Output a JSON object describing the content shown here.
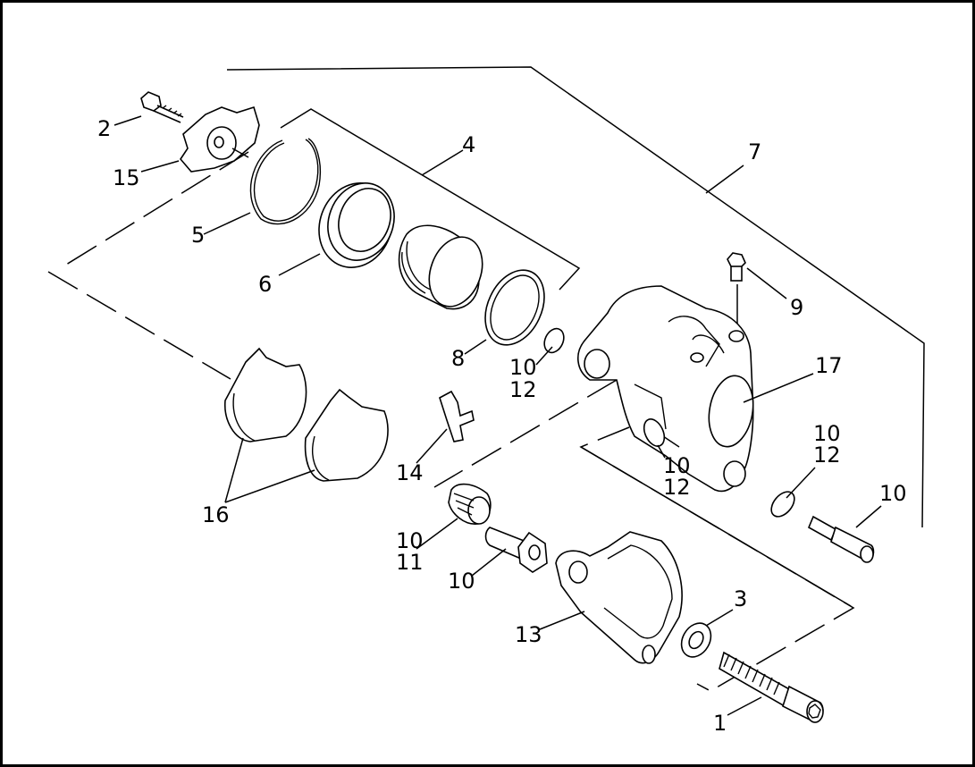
{
  "callouts": {
    "c1": "1",
    "c2": "2",
    "c3": "3",
    "c4": "4",
    "c5": "5",
    "c6": "6",
    "c7": "7",
    "c8": "8",
    "c9": "9",
    "c10a": "10",
    "c12a": "12",
    "c10b": "10",
    "c12b": "12",
    "c10c": "10",
    "c12c": "12",
    "c10d": "10",
    "c10e": "10",
    "c11": "11",
    "c10f": "10",
    "c13": "13",
    "c14": "14",
    "c15": "15",
    "c16": "16",
    "c17": "17"
  }
}
